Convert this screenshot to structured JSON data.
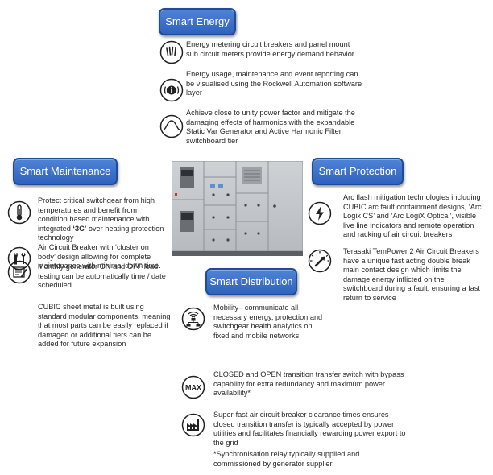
{
  "smart_energy": {
    "title": "Smart Energy",
    "items": [
      {
        "icon": "meter-gauge-icon",
        "text": "Energy metering circuit breakers and panel mount sub circuit meters provide energy demand behavior"
      },
      {
        "icon": "info-broadcast-icon",
        "text": "Energy usage, maintenance and event reporting can be visualised using the Rockwell Automation software layer"
      },
      {
        "icon": "sine-wave-icon",
        "text": "Achieve close to unity power factor and mitigate the damaging effects of harmonics with the expandable Static Var Generator and Active Harmonic Filter switchboard tier"
      }
    ]
  },
  "smart_maintenance": {
    "title": "Smart Maintenance",
    "items": [
      {
        "icon": "thermometer-icon",
        "text_before": "Protect critical switchgear from high temperatures and benefit from condition based maintenance with integrated ",
        "text_bold": "‘3C’",
        "text_after": " over heating protection technology"
      },
      {
        "icon": "tools-icon",
        "text": "Air Circuit Breaker with ‘cluster on body’ design allowing for complete maintenance with minimal down time."
      },
      {
        "icon": "schedule-edit-icon",
        "text": "Monthly generator ON and OFF load testing can be automatically time / date scheduled"
      }
    ],
    "note": "CUBIC sheet metal is built using standard modular components, meaning that most parts can be easily replaced if damaged or additional tiers can be added for future expansion"
  },
  "smart_protection": {
    "title": "Smart Protection",
    "items": [
      {
        "icon": "lightning-bolt-icon",
        "text": "Arc flash mitigation technologies including CUBIC arc fault containment designs, ‘Arc Logix CS’ and ‘Arc LogiX Optical’, visible live line indicators and remote operation and racking of air circuit breakers"
      },
      {
        "icon": "gauge-arrow-icon",
        "text": "Terasaki TemPower 2 Air Circuit Breakers have a unique fast acting double break main contact design which limits the damage energy inflicted on the switchboard during a fault, ensuring a fast return to service"
      }
    ]
  },
  "smart_distribution": {
    "title": "Smart Distribution",
    "items": [
      {
        "icon": "network-wifi-icon",
        "text": "Mobility– communicate all necessary energy, protection and switchgear health analytics on fixed and mobile networks"
      },
      {
        "icon": "max-badge-icon",
        "badge": "MAX",
        "text": "CLOSED and OPEN transition transfer switch with bypass capability for extra redundancy and maximum power availability*"
      },
      {
        "icon": "factory-power-icon",
        "text": "Super-fast air circuit breaker clearance times ensures closed transition transfer is typically accepted by power utilities and facilitates financially rewarding power export to the grid"
      }
    ],
    "footnote": "*Synchronisation relay typically supplied and commissioned by generator supplier"
  },
  "colors": {
    "pill_blue": "#3a6fcc",
    "pill_border": "#1f4b99",
    "icon_stroke": "#222222",
    "text": "#2a2a2a"
  }
}
